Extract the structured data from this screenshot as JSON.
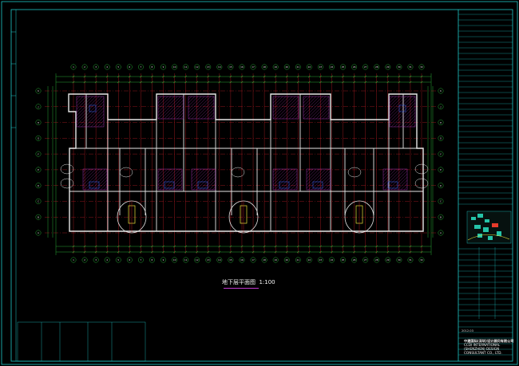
{
  "drawing": {
    "title": "地下层平面图",
    "scale": "1:100",
    "grid_top_labels": [
      "1",
      "2",
      "3",
      "4",
      "5",
      "6",
      "7",
      "8",
      "9",
      "10",
      "11",
      "12",
      "13",
      "14",
      "15",
      "16",
      "17",
      "18",
      "19",
      "20",
      "21",
      "22",
      "23",
      "24",
      "25",
      "26",
      "27",
      "28",
      "29",
      "30",
      "31",
      "32"
    ],
    "grid_left_labels": [
      "K",
      "J",
      "H",
      "G",
      "F",
      "E",
      "D",
      "C",
      "B",
      "A"
    ]
  },
  "title_block": {
    "company_name": "中建国际(深圳)设计顾问有限公司",
    "company_en_1": "CCDI INTERNATIONAL",
    "company_en_2": "(SHENZHEN) DESIGN",
    "company_en_3": "CONSULTANT CO., LTD.",
    "date_row": "2012.03"
  },
  "colors": {
    "frame": "#1ec9c9",
    "wall": "#e6e6e6",
    "axis": "#d0212a",
    "dimension": "#2ab83a",
    "annotation": "#e8e23a",
    "hatch": "#c23ad0",
    "equipment": "#2f56d8"
  }
}
